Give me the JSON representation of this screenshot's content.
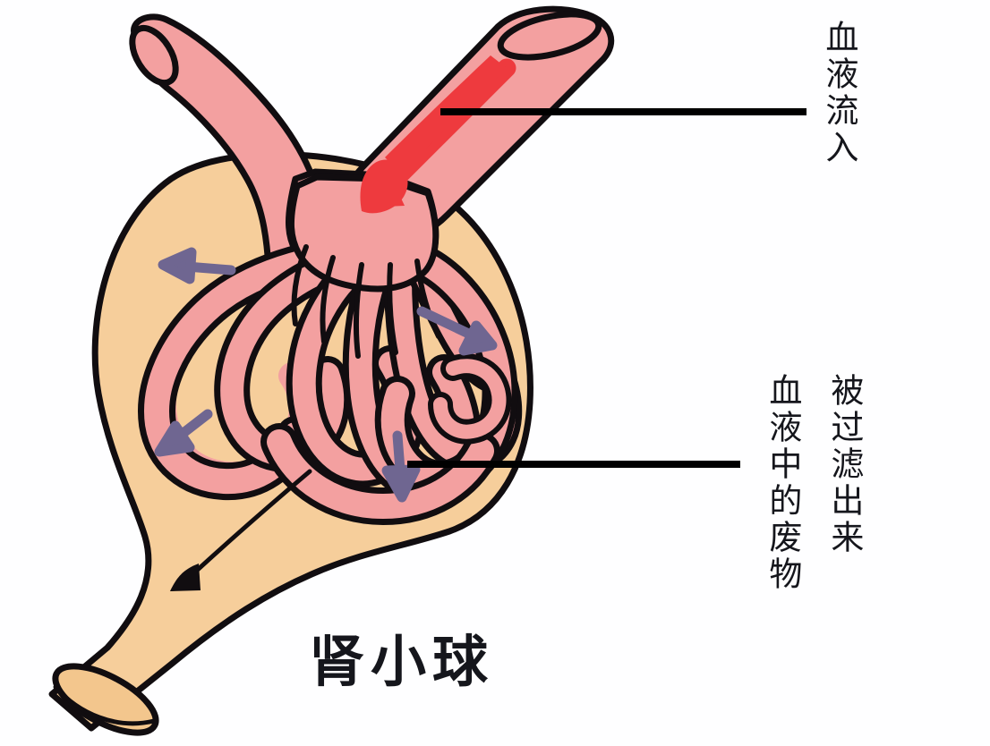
{
  "figure": {
    "kind": "anatomical-diagram",
    "subject": "肾小球",
    "title": "肾小球",
    "background_color": "#fefeff"
  },
  "palette": {
    "capsule_fill": "#f6ce9b",
    "capsule_inner_fill": "#f3c68d",
    "capillary_fill": "#f3a0a0",
    "capillary_fill_light": "#f7b2b2",
    "outline": "#110d10",
    "blood_arrow": "#ee3a3e",
    "filtrate_arrow": "#6f6691",
    "urine_arrow": "#110d10",
    "leader_line": "#000000",
    "text": "#15161c"
  },
  "labels": {
    "inflow": {
      "text": "血液流入",
      "orientation": "vertical",
      "leader": "horizontal-line-to-left"
    },
    "waste_right_column": {
      "text": "血液中的废物",
      "orientation": "vertical"
    },
    "waste_left_column": {
      "text": "被过滤出来",
      "orientation": "vertical",
      "leader": "horizontal-line-to-left"
    },
    "title": {
      "text": "肾小球"
    }
  },
  "parts": [
    {
      "id": "afferent-arteriole",
      "label": "血液流入",
      "color": "#f3a0a0"
    },
    {
      "id": "efferent-arteriole",
      "label": "",
      "color": "#f3a0a0"
    },
    {
      "id": "glomerular-capillary-tuft",
      "label": "",
      "color": "#f3a0a0"
    },
    {
      "id": "bowmans-capsule",
      "label": "",
      "color": "#f6ce9b"
    },
    {
      "id": "renal-tubule",
      "label": "",
      "color": "#f6ce9b"
    }
  ],
  "arrows": {
    "blood_inflow": {
      "count": 1,
      "color": "#ee3a3e",
      "meaning": "血液流入"
    },
    "filtration": {
      "count": 4,
      "color": "#6f6691",
      "meaning": "血液中的废物被过滤出来"
    },
    "urine_outflow": {
      "count": 1,
      "color": "#110d10",
      "meaning": ""
    }
  }
}
